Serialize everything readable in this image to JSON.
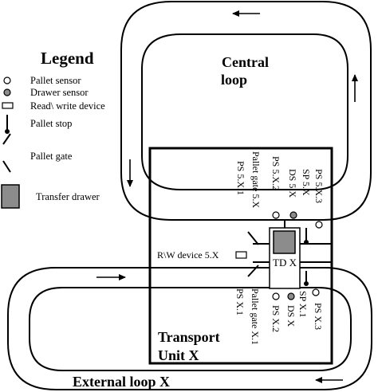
{
  "legend": {
    "title": "Legend",
    "items": [
      {
        "symbol": "pallet-sensor",
        "label": "Pallet sensor"
      },
      {
        "symbol": "drawer-sensor",
        "label": "Drawer sensor"
      },
      {
        "symbol": "read-write-device",
        "label": "Read\\ write device"
      },
      {
        "symbol": "pallet-stop",
        "label": "Pallet stop"
      },
      {
        "symbol": "pallet-gate",
        "label": "Pallet gate"
      },
      {
        "symbol": "transfer-drawer",
        "label": "Transfer drawer"
      }
    ]
  },
  "loops": {
    "central": {
      "line1": "Central",
      "line2": "loop"
    },
    "external": "External loop X"
  },
  "transport_unit": {
    "line1": "Transport",
    "line2": "Unit X"
  },
  "transfer_drawer_label": "TD X",
  "rw_device_label": "R\\W device 5.X",
  "upper_labels": {
    "pallet_gate": "Pallet gate 5.X",
    "ps_51": "PS 5.X.1",
    "ps_52": "PS 5.X.2",
    "ds_5": "DS 5.X",
    "sp_5": "SP 5.X",
    "ps_53": "PS 5.X.3"
  },
  "lower_labels": {
    "pallet_gate": "Pallet gate X.1",
    "ps_x1": "PS X.1",
    "ps_x2": "PS X.2",
    "ds_x": "DS X",
    "sp_x1": "SP X.1",
    "ps_x3": "PS X.3"
  },
  "colors": {
    "line": "#000000",
    "drawer_fill": "#8c8c8c",
    "sensor_fill": "#8c8c8c",
    "background": "#ffffff"
  }
}
